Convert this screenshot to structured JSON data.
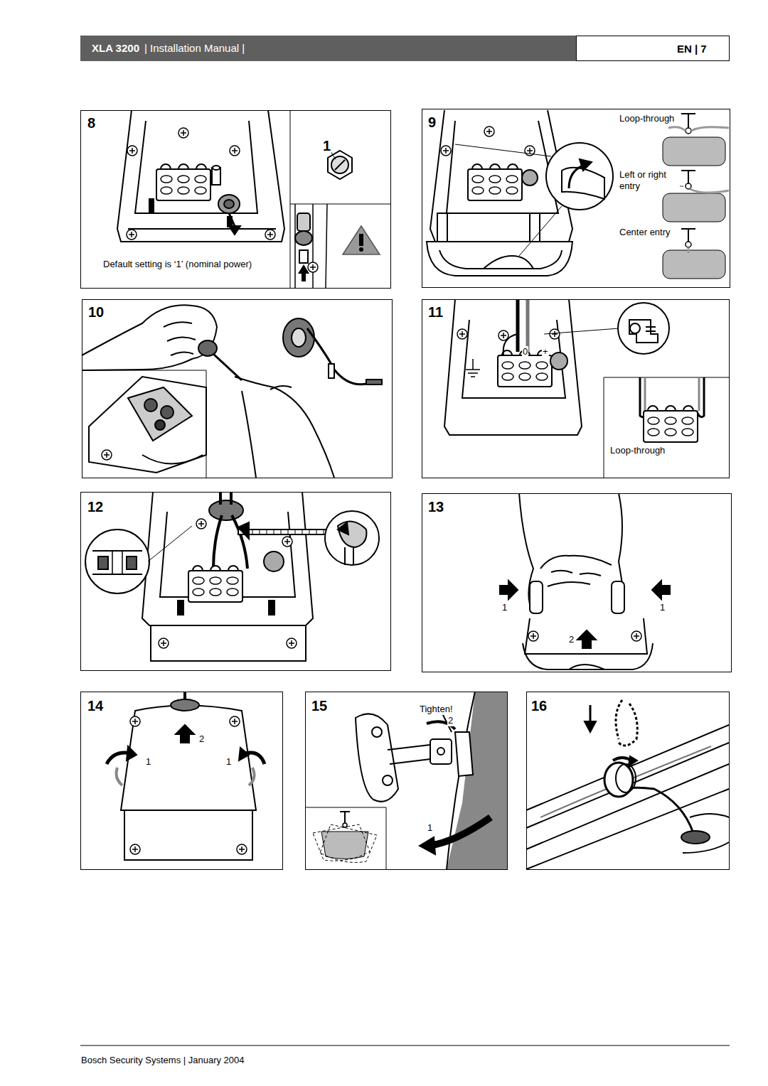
{
  "diagram": {
    "nodes": [
      {
        "text": [
          "XLA 3200",
          "| Installation Manual |"
        ]
      },
      {
        "text": [
          "EN | 7"
        ]
      },
      {
        "text": [
          "8",
          "Default setting is ‘1’ (nominal power)"
        ]
      },
      {
        "text": [
          "1"
        ],
        "in": 2
      },
      {
        "text": [
          "9",
          "Loop-through",
          "Left or right entry",
          "Center entry"
        ]
      },
      {
        "text": [
          "10"
        ]
      },
      {
        "text": [
          "11",
          "0",
          "+"
        ]
      },
      {
        "text": [
          "Loop-through"
        ],
        "in": 6
      },
      {
        "text": [
          "12"
        ]
      },
      {
        "text": [
          "13",
          "1",
          "1",
          "2"
        ]
      },
      {
        "text": [
          "14",
          "2",
          "1",
          "1"
        ]
      },
      {
        "text": [
          "15",
          "Tighten!",
          "2",
          "1"
        ]
      },
      {
        "text": [
          "16"
        ]
      }
    ],
    "labels": [
      "Bosch Security Systems | January 2004"
    ]
  }
}
